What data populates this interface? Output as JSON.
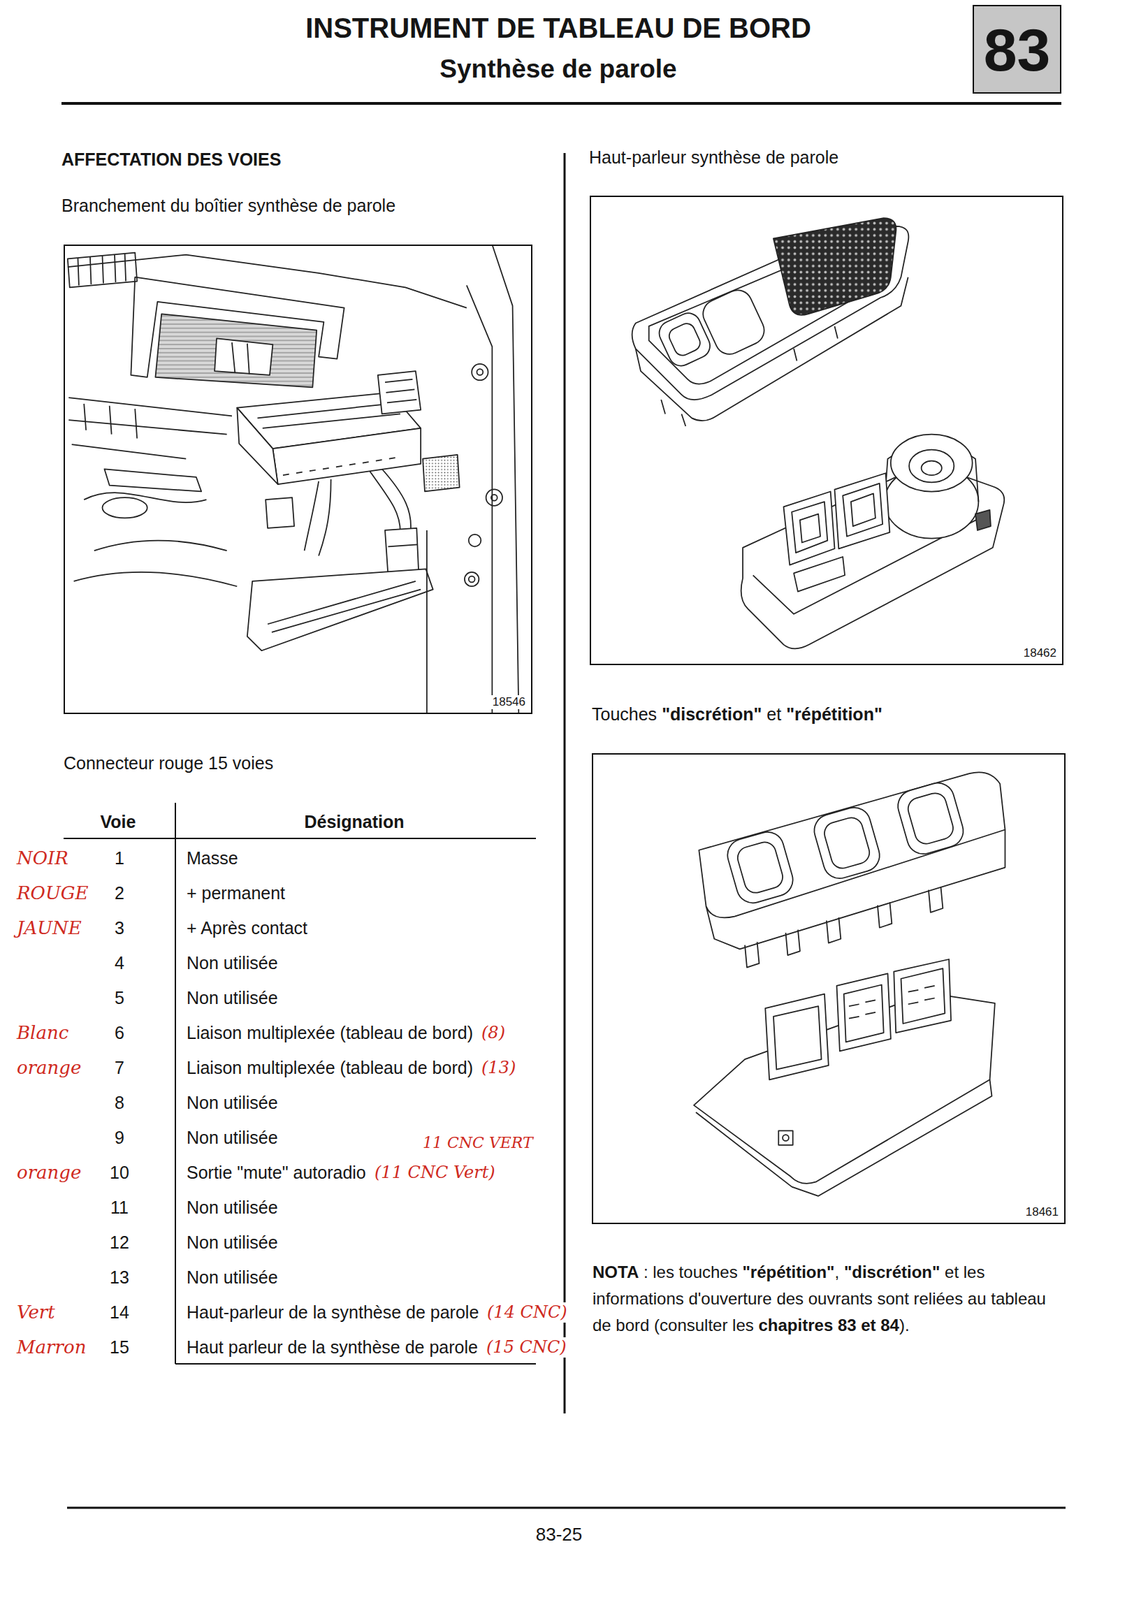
{
  "diagram": {
    "title": "INSTRUMENT DE TABLEAU DE BORD",
    "nodes": [
      {
        "text": [
          "83"
        ]
      },
      {
        "text": [
          "18546"
        ]
      },
      {
        "text": [
          "18462"
        ]
      },
      {
        "text": [
          "18461"
        ]
      }
    ],
    "labels": [
      "Synthèse de parole",
      "AFFECTATION DES VOIES",
      "Branchement du boîtier synthèse de parole",
      "Connecteur rouge 15 voies",
      "Voie",
      "Désignation",
      "NOIR",
      "1",
      "Masse",
      "ROUGE",
      "2",
      "+ permanent",
      "JAUNE",
      "3",
      "+ Après contact",
      "4",
      "Non utilisée",
      "5",
      "Non utilisée",
      "Blanc",
      "6",
      "Liaison multiplexée (tableau de bord)",
      "(8)",
      "orange",
      "7",
      "Liaison multiplexée (tableau de bord)",
      "(13)",
      "8",
      "Non utilisée",
      "9",
      "Non utilisée",
      "11 CNC VERT",
      "orange",
      "10",
      "Sortie \"mute\" autoradio",
      "(11 CNC Vert)",
      "11",
      "Non utilisée",
      "12",
      "Non utilisée",
      "13",
      "Non utilisée",
      "Vert",
      "14",
      "Haut-parleur de la synthèse de parole",
      "(14 CNC)",
      "Marron",
      "15",
      "Haut parleur de la synthèse de parole",
      "(15 CNC)",
      "Haut-parleur synthèse de parole",
      "Touches",
      "\"discrétion\"",
      "et",
      "\"répétition\"",
      "NOTA",
      ": les touches",
      "\"répétition\"",
      ",",
      "\"discrétion\"",
      "et les informations d'ouverture des ouvrants sont reliées au tableau de bord (consulter les",
      "chapitres 83 et 84",
      ").",
      "83-25"
    ]
  }
}
